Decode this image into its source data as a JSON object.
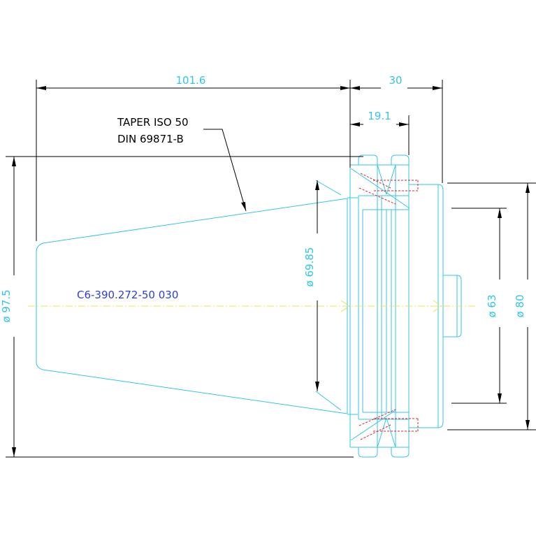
{
  "dimensions": {
    "gauge_length": "101.6",
    "flange_length": "30",
    "flange_offset": "19.1",
    "dia_taper_large": "ø 97.5",
    "dia_taper_gauge": "ø 69.85",
    "dia_pilot": "ø 63",
    "dia_face": "ø 80"
  },
  "labels": {
    "taper_line1": "TAPER ISO 50",
    "taper_line2": "DIN 69871-B",
    "part_number": "C6-390.272-50 030"
  },
  "colors": {
    "outline": "#33c5e8",
    "dimension": "#000000",
    "hidden": "#e8202a",
    "centerline": "#f1e24a",
    "part_number": "#2b3fd8"
  }
}
